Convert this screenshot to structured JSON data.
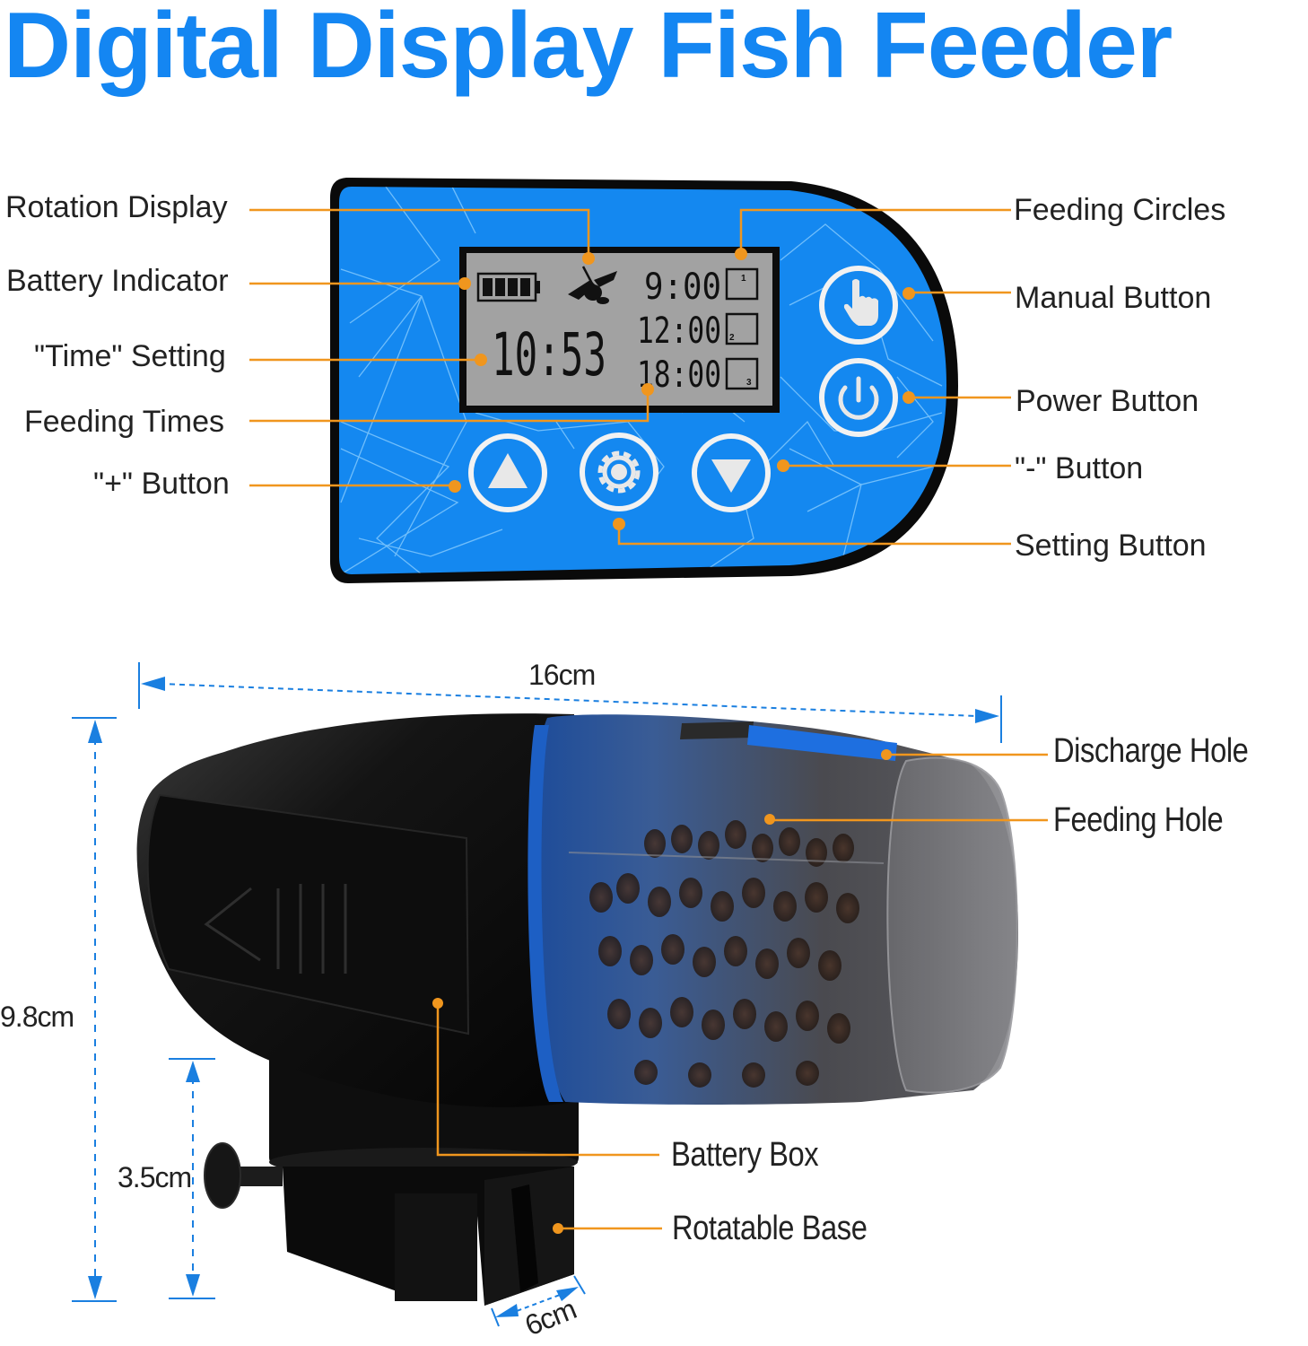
{
  "title": "Digital Display Fish Feeder",
  "colors": {
    "title": "#1486f2",
    "panel_blue": "#1488f0",
    "panel_border": "#0a0a0a",
    "lcd_bg": "#a2a2a2",
    "leader_line": "#f0961e",
    "dimension_line": "#1a7fe0",
    "button_ring": "#f2f2f2",
    "feeder_body": "#141414",
    "feeder_accent": "#1d5fc4"
  },
  "control_panel": {
    "lcd": {
      "current_time": "10:53",
      "battery_bars": 4,
      "feeding_schedule": [
        {
          "time": "9:00",
          "slot": "1"
        },
        {
          "time": "12:00",
          "slot": "2"
        },
        {
          "time": "18:00",
          "slot": "3"
        }
      ]
    },
    "buttons": [
      {
        "id": "manual",
        "icon": "hand-pointer-icon"
      },
      {
        "id": "power",
        "icon": "power-icon"
      },
      {
        "id": "plus",
        "icon": "triangle-up-icon"
      },
      {
        "id": "setting",
        "icon": "gear-icon"
      },
      {
        "id": "minus",
        "icon": "triangle-down-icon"
      }
    ],
    "left_labels": {
      "rotation_display": "Rotation Display",
      "battery_indicator": "Battery Indicator",
      "time_setting": "\"Time\" Setting",
      "feeding_times": "Feeding Times",
      "plus_button": "\"+\" Button"
    },
    "right_labels": {
      "feeding_circles": "Feeding Circles",
      "manual_button": "Manual Button",
      "power_button": "Power Button",
      "minus_button": "\"-\" Button",
      "setting_button": "Setting Button"
    }
  },
  "product_view": {
    "dimensions": {
      "length": "16cm",
      "height": "9.8cm",
      "base_height": "3.5cm",
      "base_width": "6cm"
    },
    "labels": {
      "discharge_hole": "Discharge Hole",
      "feeding_hole": "Feeding Hole",
      "battery_box": "Battery Box",
      "rotatable_base": "Rotatable Base"
    }
  }
}
